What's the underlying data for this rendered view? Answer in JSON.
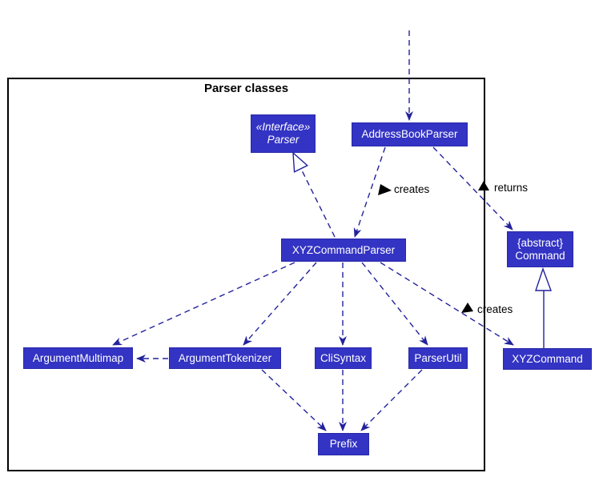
{
  "diagram": {
    "frame_title": "Parser classes",
    "nodes": {
      "interface_parser": {
        "stereotype": "«Interface»",
        "name": "Parser"
      },
      "address_book_parser": {
        "name": "AddressBookParser"
      },
      "xyz_command_parser": {
        "name": "XYZCommandParser"
      },
      "command": {
        "stereotype": "{abstract}",
        "name": "Command"
      },
      "argument_multimap": {
        "name": "ArgumentMultimap"
      },
      "argument_tokenizer": {
        "name": "ArgumentTokenizer"
      },
      "cli_syntax": {
        "name": "CliSyntax"
      },
      "parser_util": {
        "name": "ParserUtil"
      },
      "xyz_command": {
        "name": "XYZCommand"
      },
      "prefix": {
        "name": "Prefix"
      }
    },
    "edge_labels": {
      "creates_top": "creates",
      "returns": "returns",
      "creates_bottom": "creates"
    },
    "colors": {
      "node_fill": "#3333C4",
      "node_text": "#FFFFFF",
      "edge": "#22229C",
      "frame_border": "#000000",
      "label_text": "#000000"
    }
  }
}
